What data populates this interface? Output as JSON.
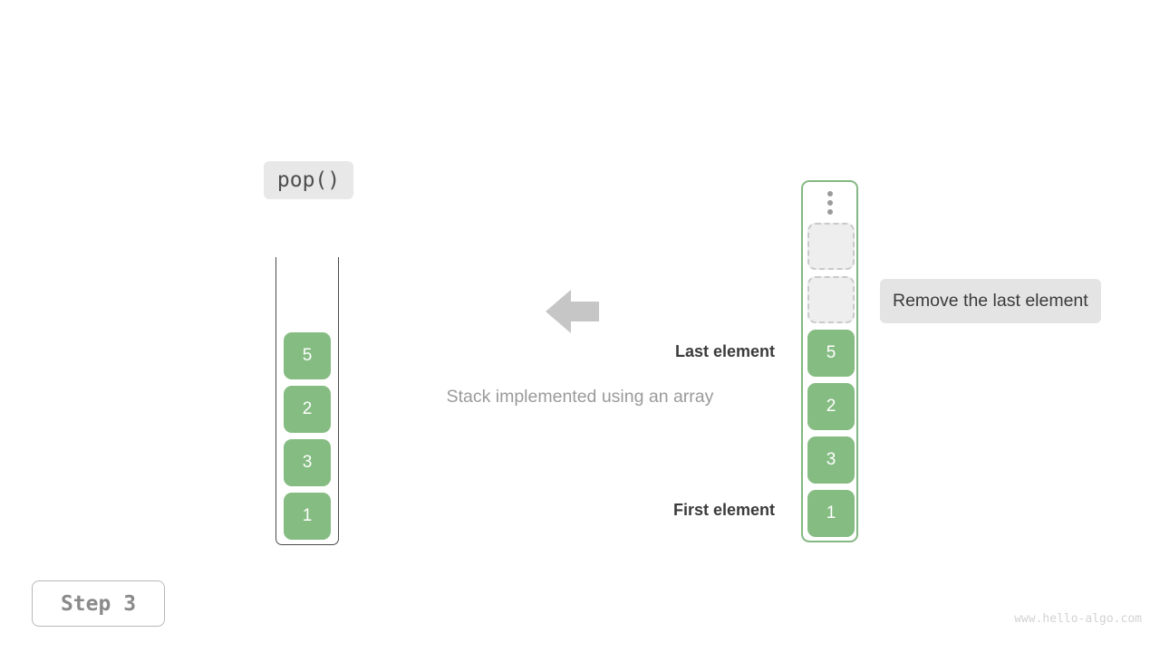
{
  "operation": {
    "label": "pop()"
  },
  "subtitle": "Stack implemented using an array",
  "annotation": {
    "text": "Remove the last element"
  },
  "captions": {
    "last_element": "Last element",
    "first_element": "First element"
  },
  "left_stack": {
    "name": "stack-abstract",
    "cells": [
      {
        "value": "5",
        "state": "filled"
      },
      {
        "value": "2",
        "state": "filled"
      },
      {
        "value": "3",
        "state": "filled"
      },
      {
        "value": "1",
        "state": "filled"
      }
    ]
  },
  "right_stack": {
    "name": "array-backing-store",
    "ellipsis": "vertical-ellipsis",
    "cells": [
      {
        "value": "",
        "state": "empty"
      },
      {
        "value": "",
        "state": "empty"
      },
      {
        "value": "5",
        "state": "filled"
      },
      {
        "value": "2",
        "state": "filled"
      },
      {
        "value": "3",
        "state": "filled"
      },
      {
        "value": "1",
        "state": "filled"
      }
    ]
  },
  "arrow": {
    "direction": "left",
    "color": "#c6c6c6"
  },
  "step": {
    "label": "Step 3"
  },
  "watermark": "www.hello-algo.com",
  "colors": {
    "cell_fill": "#85bc82",
    "cell_empty_fill": "#eeeeee",
    "cell_empty_border": "#c9c9c9",
    "container_border": "#84b882",
    "label_bg": "#e8e8e8",
    "annotation_bg": "#e4e4e4",
    "caption_text": "#3b3b3b",
    "subtitle_text": "#9a9a9a"
  }
}
